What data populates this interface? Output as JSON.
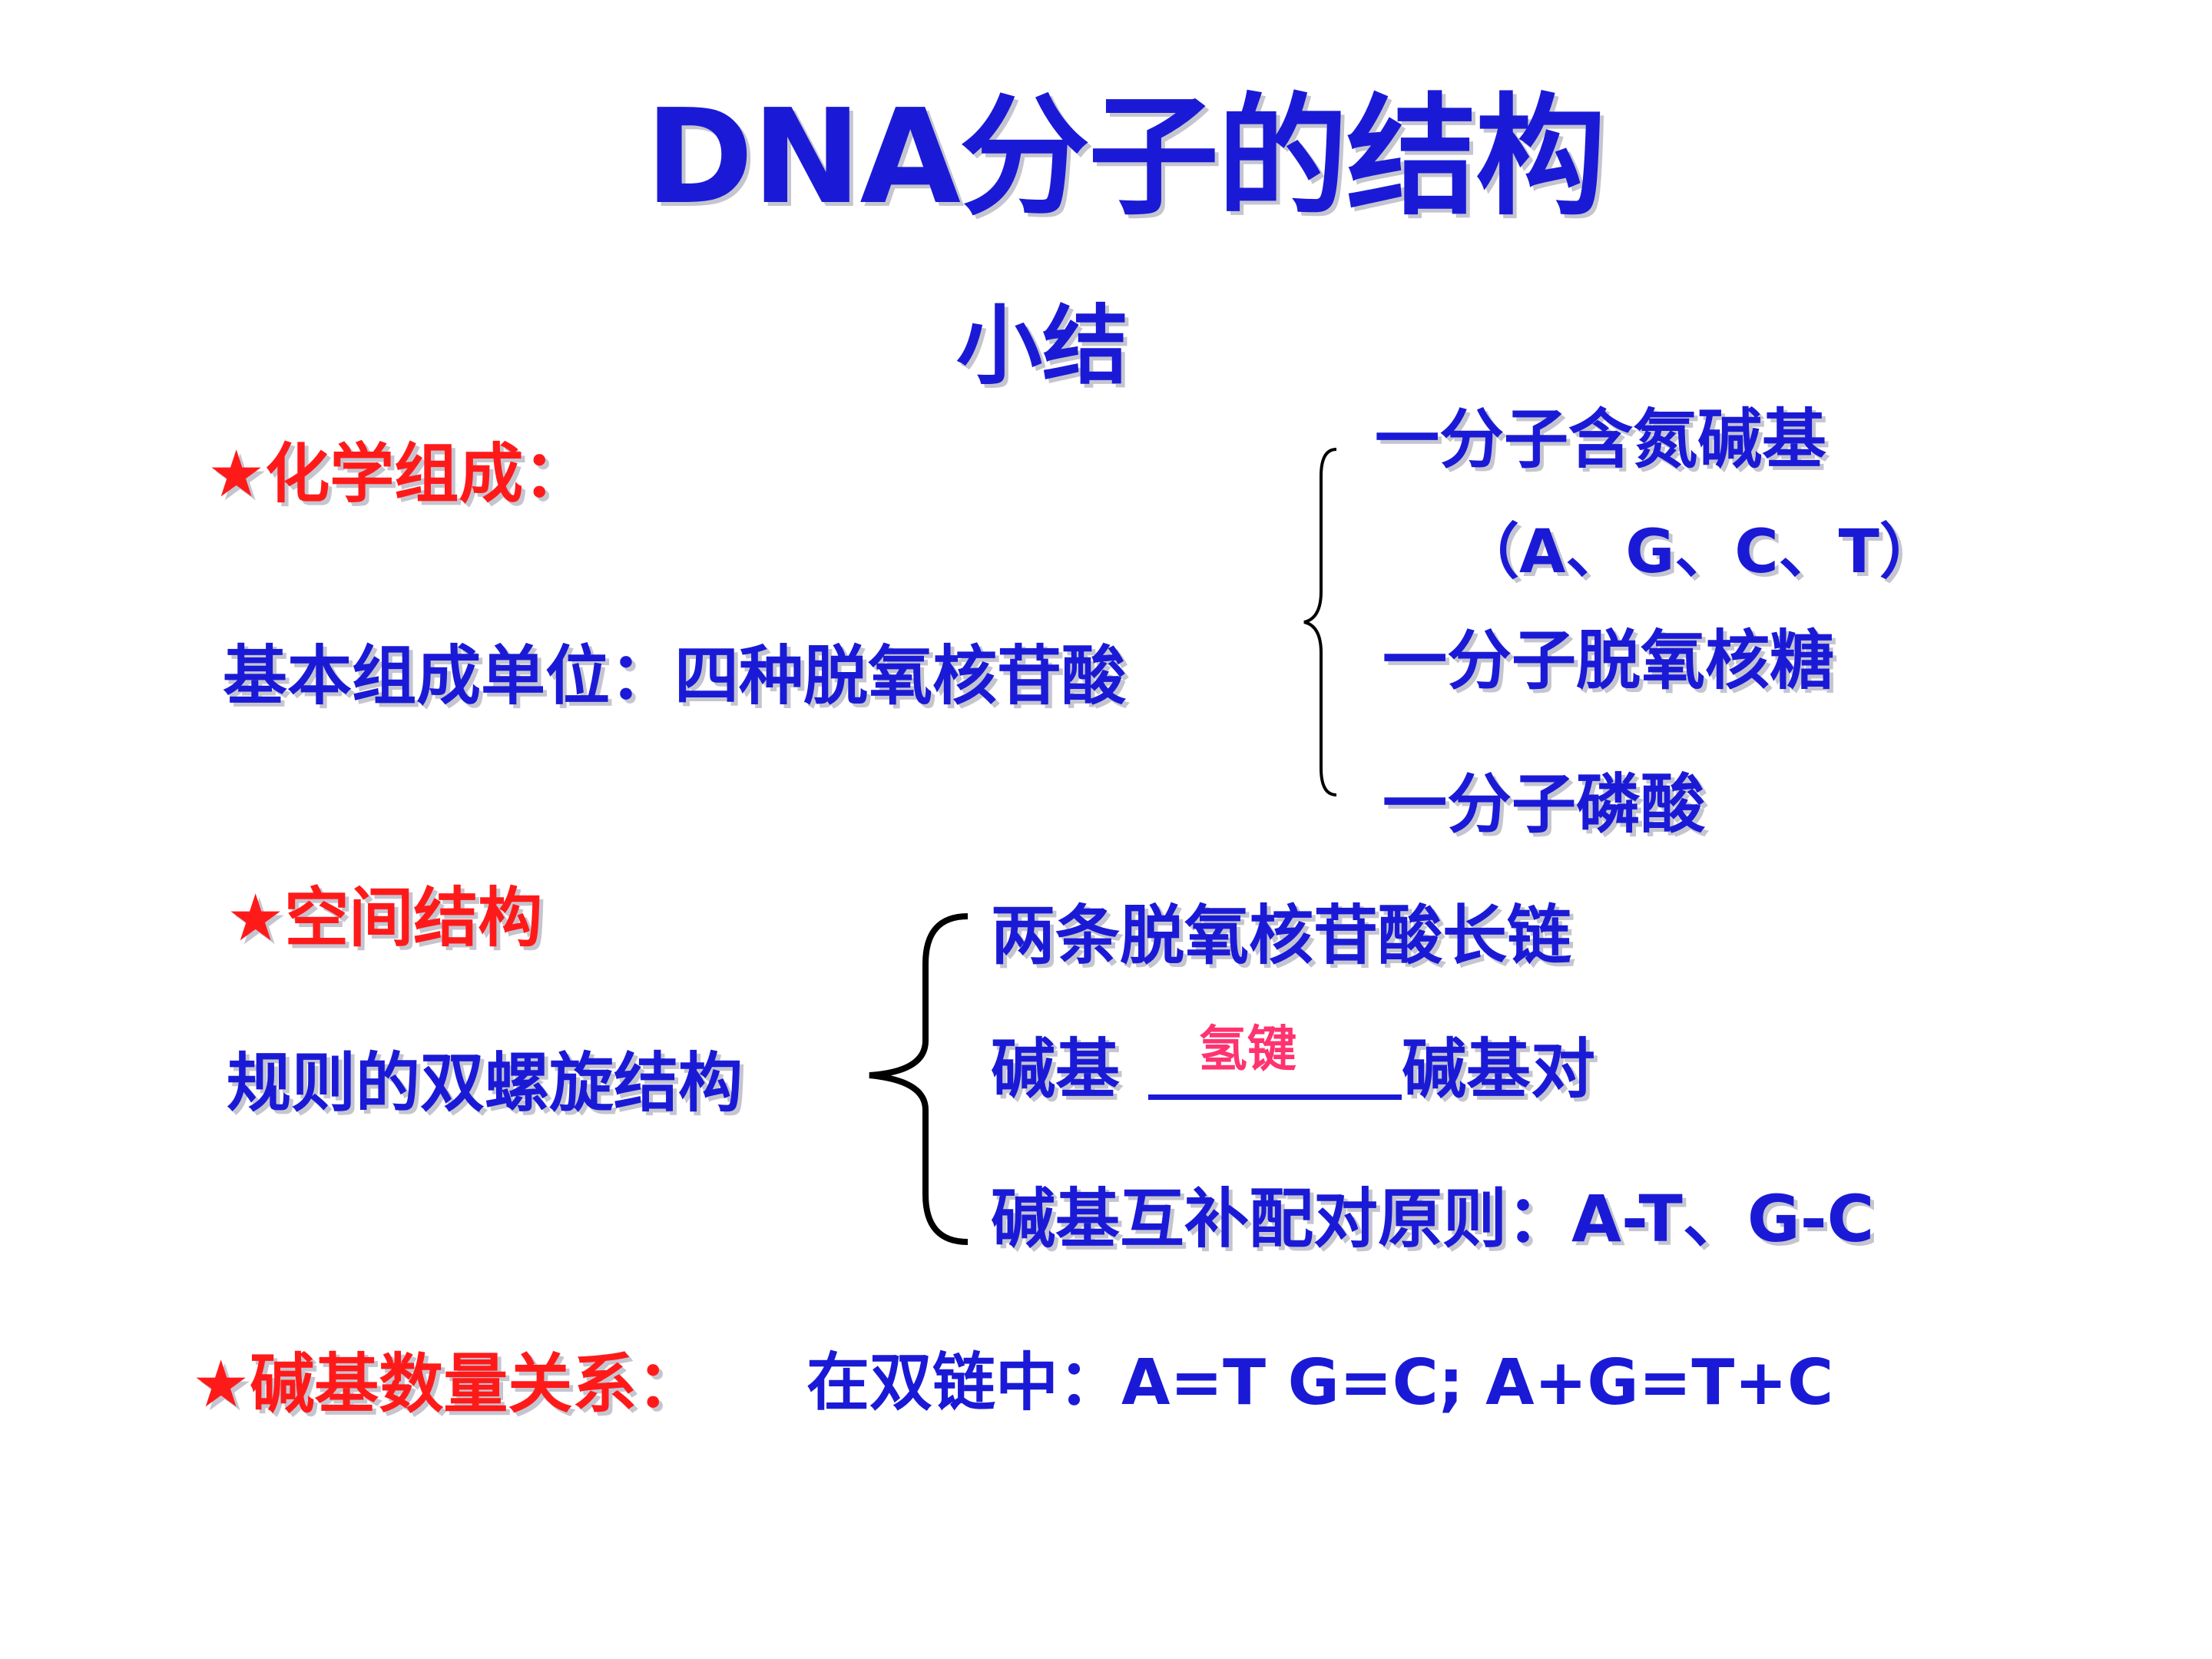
{
  "colors": {
    "blue": "#1a1ad6",
    "red": "#ff1a1a",
    "pink": "#ff3370",
    "black": "#000000"
  },
  "title": "DNA分子的结构",
  "subtitle": "小结",
  "chemical": {
    "heading": "★化学组成：",
    "basic_unit": "基本组成单位：四种脱氧核苷酸",
    "components": [
      "一分子含氮碱基",
      "（A、G、C、T）",
      "一分子脱氧核糖",
      "一分子磷酸"
    ]
  },
  "spatial": {
    "heading": "★空间结构",
    "structure": "规则的双螺旋结构",
    "items": {
      "chains": "两条脱氧核苷酸长链",
      "pair_prefix": "碱基",
      "pair_answer": "氢键",
      "pair_suffix": "碱基对",
      "rule": "碱基互补配对原则：A-T、G-C"
    }
  },
  "quantity": {
    "heading": "★碱基数量关系：",
    "relation": "在双链中：A=T  G=C;  A+G=T+C"
  }
}
